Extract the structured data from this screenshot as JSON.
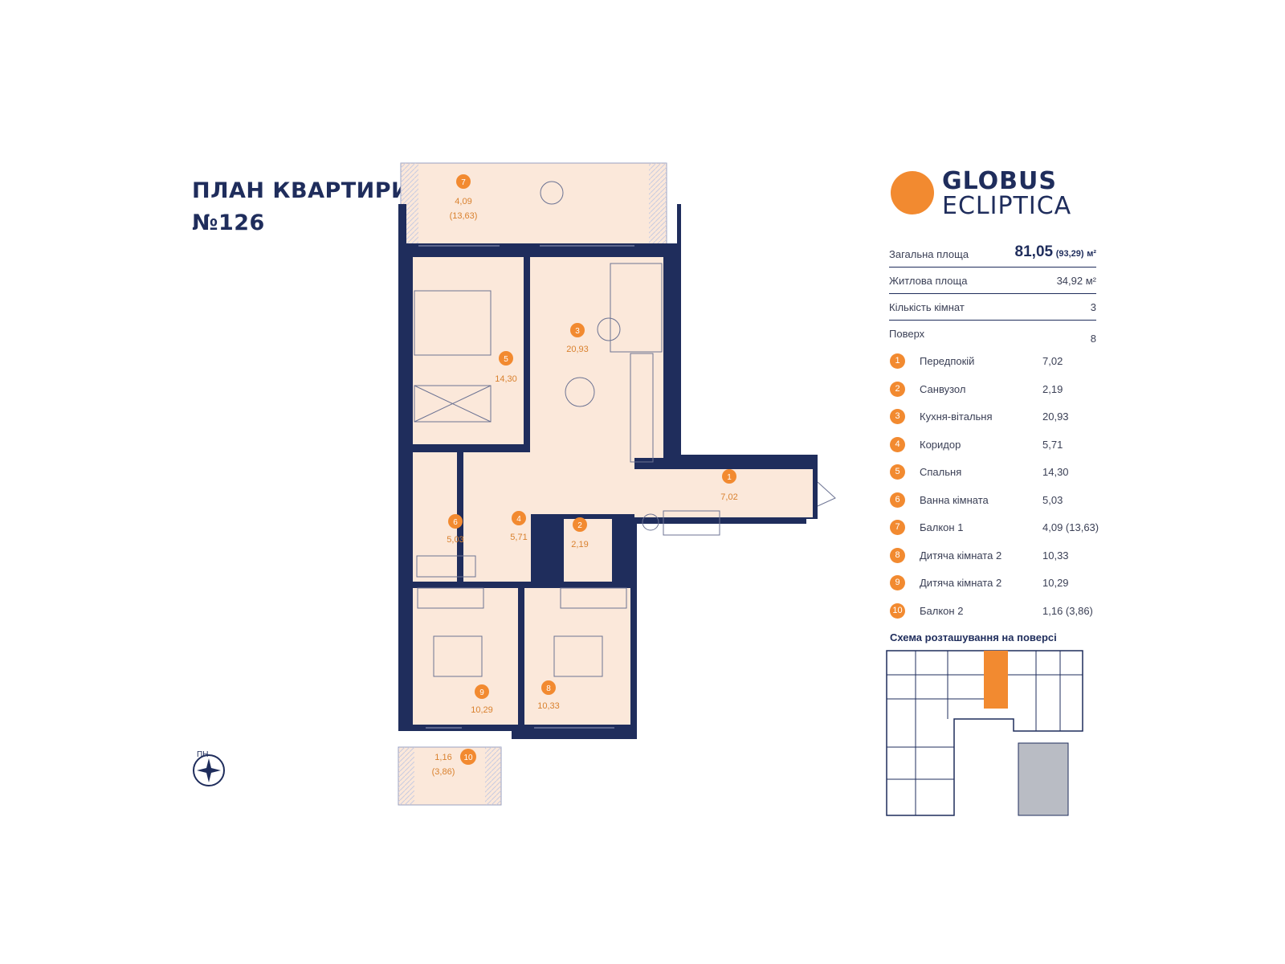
{
  "title": {
    "line1": "ПЛАН КВАРТИРИ",
    "line2": "№126"
  },
  "brand": {
    "line1": "GLOBUS",
    "line2": "ECLIPTICA",
    "circle_color": "#f28a30",
    "text_color": "#1f2d5c"
  },
  "compass": {
    "label": "ПН",
    "icon": "compass-star-icon"
  },
  "stats": {
    "total": {
      "label": "Загальна площа",
      "value": "81,05",
      "extra": "(93,29)",
      "unit": "м²"
    },
    "living": {
      "label": "Житлова площа",
      "value": "34,92 м²"
    },
    "rooms_count": {
      "label": "Кількість кімнат",
      "value": "3"
    },
    "floor": {
      "label": "Поверх",
      "value": "8"
    }
  },
  "rooms": [
    {
      "num": "1",
      "name": "Передпокій",
      "area": "7,02"
    },
    {
      "num": "2",
      "name": "Санвузол",
      "area": "2,19"
    },
    {
      "num": "3",
      "name": "Кухня-вітальня",
      "area": "20,93"
    },
    {
      "num": "4",
      "name": "Коридор",
      "area": "5,71"
    },
    {
      "num": "5",
      "name": "Спальня",
      "area": "14,30"
    },
    {
      "num": "6",
      "name": "Ванна кімната",
      "area": "5,03"
    },
    {
      "num": "7",
      "name": "Балкон 1",
      "area": "4,09 (13,63)"
    },
    {
      "num": "8",
      "name": "Дитяча кімната 2",
      "area": "10,33"
    },
    {
      "num": "9",
      "name": "Дитяча кімната 2",
      "area": "10,29"
    },
    {
      "num": "10",
      "name": "Балкон 2",
      "area": "1,16  (3,86)"
    }
  ],
  "plan_labels": {
    "r7": {
      "num": "7",
      "area": "4,09",
      "extra": "(13,63)"
    },
    "r5": {
      "num": "5",
      "area": "14,30"
    },
    "r3": {
      "num": "3",
      "area": "20,93"
    },
    "r1": {
      "num": "1",
      "area": "7,02"
    },
    "r6": {
      "num": "6",
      "area": "5,03"
    },
    "r4": {
      "num": "4",
      "area": "5,71"
    },
    "r2": {
      "num": "2",
      "area": "2,19"
    },
    "r9": {
      "num": "9",
      "area": "10,29"
    },
    "r8": {
      "num": "8",
      "area": "10,33"
    },
    "r10": {
      "num": "10",
      "area": "1,16",
      "extra": "(3,86)"
    }
  },
  "scheme": {
    "title": "Схема розташування на поверсі",
    "highlight_color": "#f28a30"
  },
  "colors": {
    "wall": "#1f2d5c",
    "floor": "#fbe8da",
    "accent": "#f28a30",
    "label": "#d9812e"
  }
}
